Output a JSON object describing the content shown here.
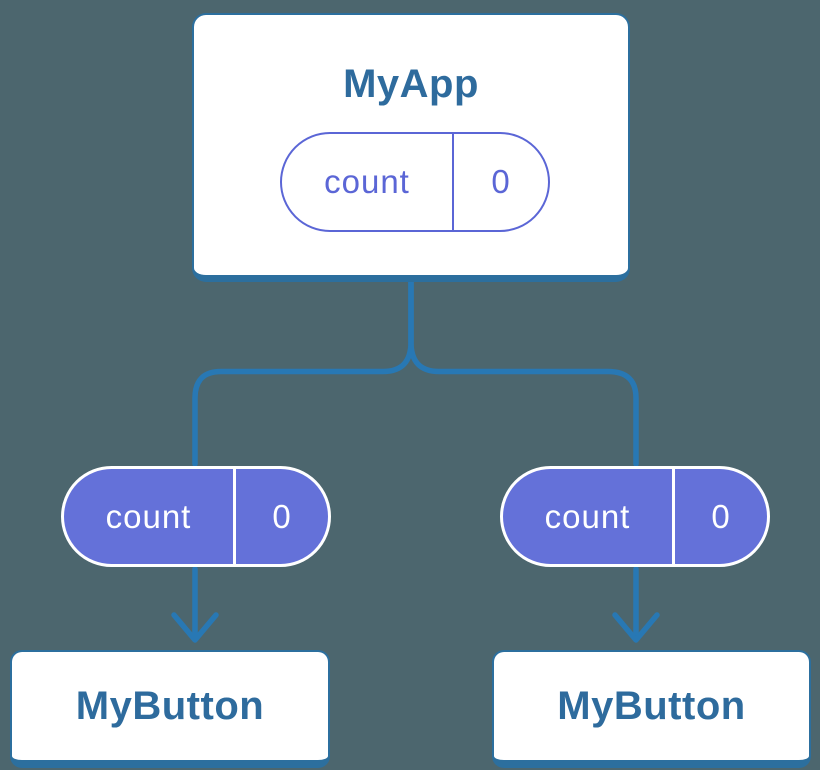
{
  "colors": {
    "background": "#4c666e",
    "card_bg": "#ffffff",
    "card_border": "#2c6f9e",
    "node_text": "#2e6b9d",
    "connector": "#2878b4",
    "purple": "#5b66d6",
    "purple_fill": "#6471d9",
    "pill_text_light": "#ffffff"
  },
  "diagram": {
    "root": {
      "title": "MyApp",
      "badge": {
        "label": "count",
        "value": "0"
      }
    },
    "children": [
      {
        "title": "MyButton",
        "badge": {
          "label": "count",
          "value": "0"
        }
      },
      {
        "title": "MyButton",
        "badge": {
          "label": "count",
          "value": "0"
        }
      }
    ]
  }
}
